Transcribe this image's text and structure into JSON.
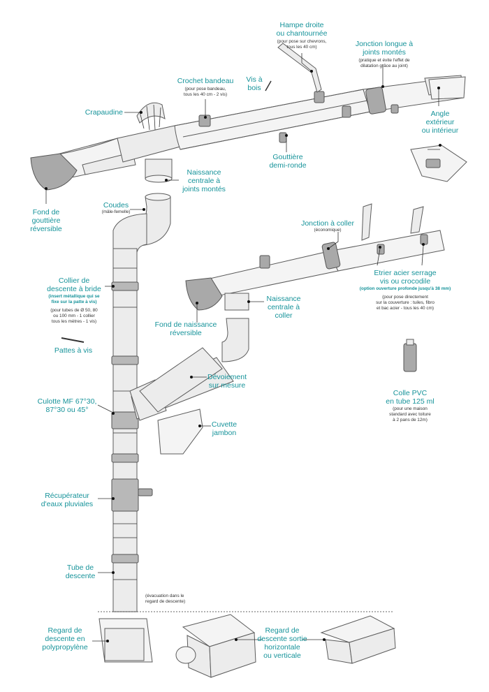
{
  "labels": {
    "hampe": {
      "title": [
        "Hampe droite",
        "ou chantournée"
      ],
      "note": [
        "(pour pose sur chevrons,",
        "tous les 40 cm)"
      ]
    },
    "jonction_longue": {
      "title": [
        "Jonction longue à",
        "joints montés"
      ],
      "note": [
        "(pratique et évite l'effet de",
        "dilatation grâce au joint)"
      ]
    },
    "crochet": {
      "title": [
        "Crochet bandeau"
      ],
      "note": [
        "(pour pose bandeau,",
        "tous les 40 cm - 2 vis)"
      ]
    },
    "vis_bois": {
      "title": [
        "Vis à",
        "bois"
      ]
    },
    "crapaudine": {
      "title": [
        "Crapaudine"
      ]
    },
    "angle": {
      "title": [
        "Angle",
        "extérieur",
        "ou intérieur"
      ]
    },
    "gouttiere": {
      "title": [
        "Gouttière",
        "demi-ronde"
      ]
    },
    "naissance_joints": {
      "title": [
        "Naissance",
        "centrale à",
        "joints montés"
      ]
    },
    "fond_gouttiere": {
      "title": [
        "Fond de",
        "gouttière",
        "réversible"
      ]
    },
    "coudes": {
      "title": [
        "Coudes"
      ],
      "note": [
        "(mâle-femelle)"
      ]
    },
    "jonction_coller": {
      "title": [
        "Jonction à coller"
      ],
      "note": [
        "(économique)"
      ]
    },
    "etrier": {
      "title": [
        "Etrier acier serrage",
        "vis ou crocodile"
      ],
      "note_teal": [
        "(option ouverture profonde jusqu'à 38 mm)"
      ],
      "note": [
        "(pour pose directement",
        "sur la couverture : tuiles, fibro",
        "et bac acier - tous les 40 cm)"
      ]
    },
    "collier": {
      "title": [
        "Collier de",
        "descente à bride"
      ],
      "note_teal": [
        "(insert métallique qui se",
        "fixe sur la patte à vis)"
      ],
      "note": [
        "(pour tubes de Ø 50, 80",
        "ou 100 mm - 1 collier",
        "tous les mètres - 1 vis)"
      ]
    },
    "naissance_coller": {
      "title": [
        "Naissance",
        "centrale à",
        "coller"
      ]
    },
    "fond_naissance": {
      "title": [
        "Fond de naissance",
        "réversible"
      ]
    },
    "pattes": {
      "title": [
        "Pattes à vis"
      ]
    },
    "devoiement": {
      "title": [
        "Dévoiement",
        "sur mesure"
      ]
    },
    "colle": {
      "title": [
        "Colle PVC",
        "en tube 125 ml"
      ],
      "note": [
        "(pour une maison",
        "standard avec toiture",
        "à 2 pans de 12m)"
      ]
    },
    "culotte": {
      "title": [
        "Culotte MF 67°30,",
        "87°30 ou 45°"
      ]
    },
    "cuvette": {
      "title": [
        "Cuvette",
        "jambon"
      ]
    },
    "recuperateur": {
      "title": [
        "Récupérateur",
        "d'eaux pluviales"
      ]
    },
    "tube": {
      "title": [
        "Tube de",
        "descente"
      ]
    },
    "evacuation": {
      "note": [
        "(évacuation dans le",
        "regard de descente)"
      ]
    },
    "regard_poly": {
      "title": [
        "Regard de",
        "descente en",
        "polypropylène"
      ]
    },
    "regard_sortie": {
      "title": [
        "Regard de",
        "descente sortie",
        "horizontale",
        "ou verticale"
      ]
    }
  },
  "colors": {
    "label": "#16939a",
    "note": "#333333",
    "line": "#5b5b5b"
  }
}
